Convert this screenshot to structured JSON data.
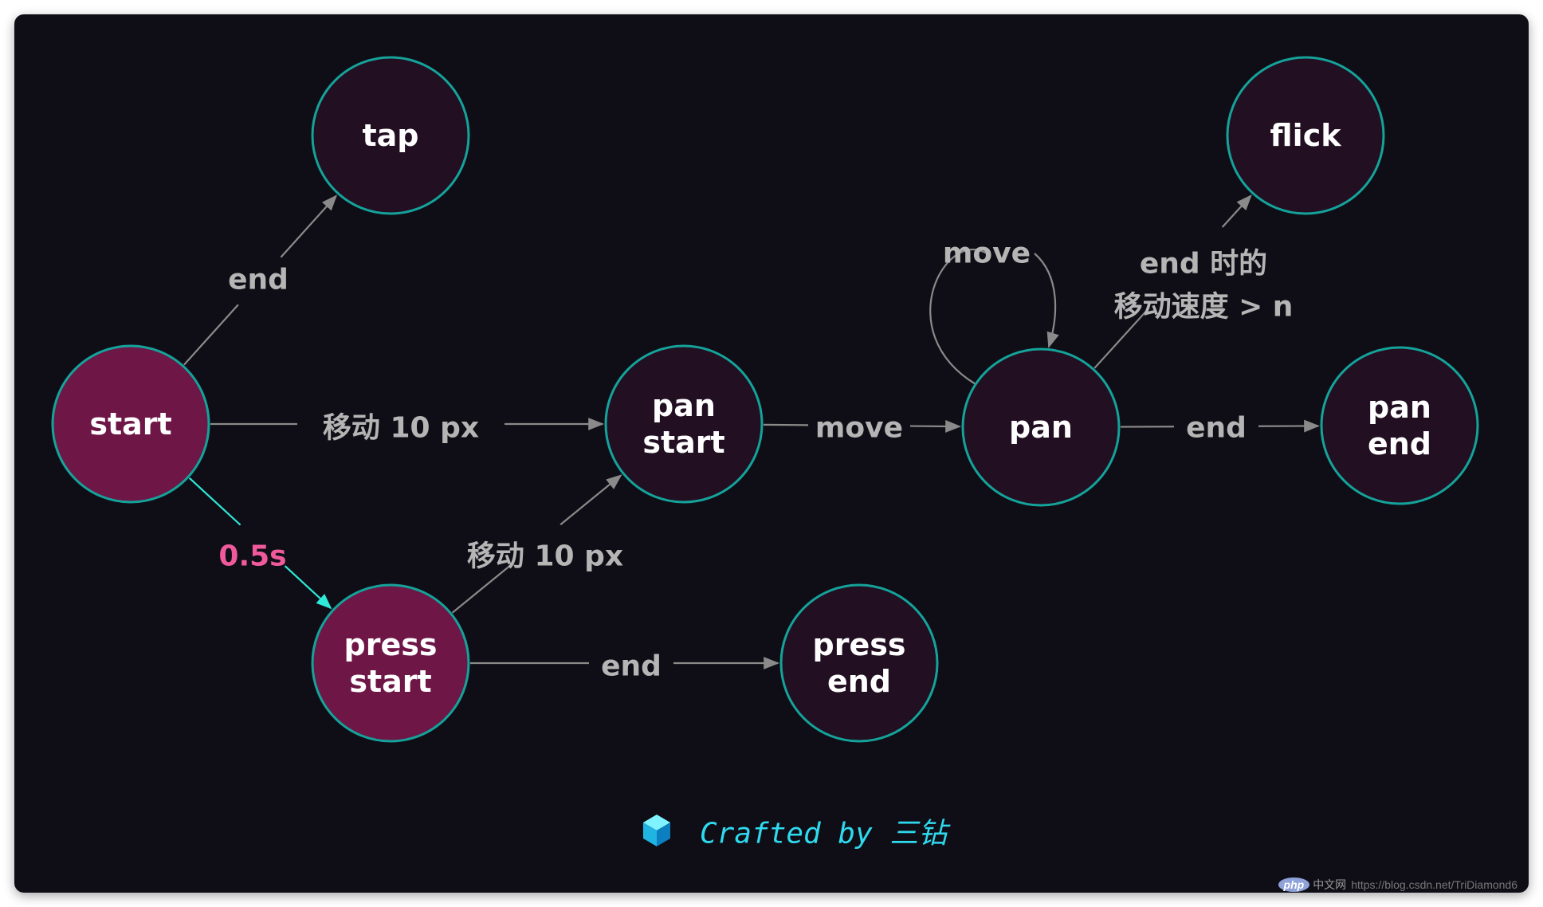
{
  "colors": {
    "background": "#0f0e16",
    "node_dark_fill": "#220f22",
    "node_active_fill": "#6e1646",
    "node_stroke": "#14a39a",
    "edge_gray": "#8a8a8a",
    "edge_text_gray": "#b5b5b5",
    "edge_highlight": "#2ee8d8",
    "highlight_label": "#f05a9c",
    "credit_text": "#2fd9ee"
  },
  "nodes": [
    {
      "id": "start",
      "lines": [
        "start"
      ],
      "active": true
    },
    {
      "id": "tap",
      "lines": [
        "tap"
      ],
      "active": false
    },
    {
      "id": "pan_start",
      "lines": [
        "pan",
        "start"
      ],
      "active": false
    },
    {
      "id": "press_start",
      "lines": [
        "press",
        "start"
      ],
      "active": true
    },
    {
      "id": "press_end",
      "lines": [
        "press",
        "end"
      ],
      "active": false
    },
    {
      "id": "pan",
      "lines": [
        "pan"
      ],
      "active": false
    },
    {
      "id": "pan_end",
      "lines": [
        "pan",
        "end"
      ],
      "active": false
    },
    {
      "id": "flick",
      "lines": [
        "flick"
      ],
      "active": false
    }
  ],
  "edges": [
    {
      "id": "start-tap",
      "from": "start",
      "to": "tap",
      "label_lines": [
        "end"
      ],
      "highlight": false
    },
    {
      "id": "start-pan_start",
      "from": "start",
      "to": "pan_start",
      "label_lines": [
        "移动 10 px"
      ],
      "highlight": false
    },
    {
      "id": "start-press_start",
      "from": "start",
      "to": "press_start",
      "label_lines": [
        "0.5s"
      ],
      "highlight": true
    },
    {
      "id": "press_start-pan_start",
      "from": "press_start",
      "to": "pan_start",
      "label_lines": [
        "移动 10 px"
      ],
      "highlight": false
    },
    {
      "id": "press_start-press_end",
      "from": "press_start",
      "to": "press_end",
      "label_lines": [
        "end"
      ],
      "highlight": false
    },
    {
      "id": "pan_start-pan",
      "from": "pan_start",
      "to": "pan",
      "label_lines": [
        "move"
      ],
      "highlight": false
    },
    {
      "id": "pan-pan",
      "from": "pan",
      "to": "pan",
      "label_lines": [
        "move"
      ],
      "highlight": false
    },
    {
      "id": "pan-pan_end",
      "from": "pan",
      "to": "pan_end",
      "label_lines": [
        "end"
      ],
      "highlight": false
    },
    {
      "id": "pan-flick",
      "from": "pan",
      "to": "flick",
      "label_lines": [
        "end 时的",
        "移动速度 > n"
      ],
      "highlight": false
    }
  ],
  "credit": {
    "text": "Crafted by 三钻",
    "icon": "cube-icon"
  },
  "watermark": {
    "logo": "php",
    "site": "中文网",
    "url": "https://blog.csdn.net/TriDiamond6"
  }
}
